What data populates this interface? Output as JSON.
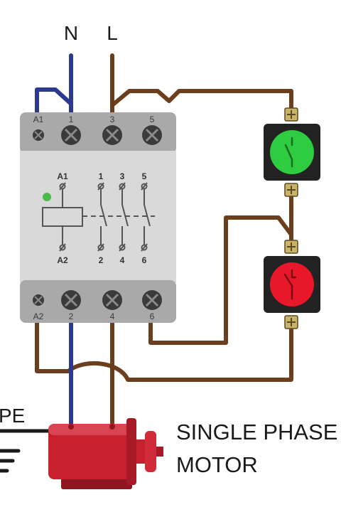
{
  "supply": {
    "neutral": "N",
    "line": "L"
  },
  "contactor": {
    "top_terminals": [
      "A1",
      "1",
      "3",
      "5"
    ],
    "bottom_terminals": [
      "A2",
      "2",
      "4",
      "6"
    ],
    "coil_top": "A1",
    "coil_bottom": "A2",
    "contacts_top": [
      "1",
      "3",
      "5"
    ],
    "contacts_bottom": [
      "2",
      "4",
      "6"
    ]
  },
  "earth": {
    "label": "PE"
  },
  "motor": {
    "line1": "SINGLE PHASE",
    "line2": "MOTOR"
  },
  "colors": {
    "neutral_wire": "#2b3a8f",
    "line_wire": "#6b3f1d",
    "contactor_body": "#d9d9d9",
    "contactor_dark": "#a9a9a9",
    "start_button": "#2ecc40",
    "stop_button": "#e8172a",
    "motor_red": "#c8202e"
  },
  "icons": {
    "start": "normally-open-pushbutton-icon",
    "stop": "normally-closed-pushbutton-icon"
  }
}
